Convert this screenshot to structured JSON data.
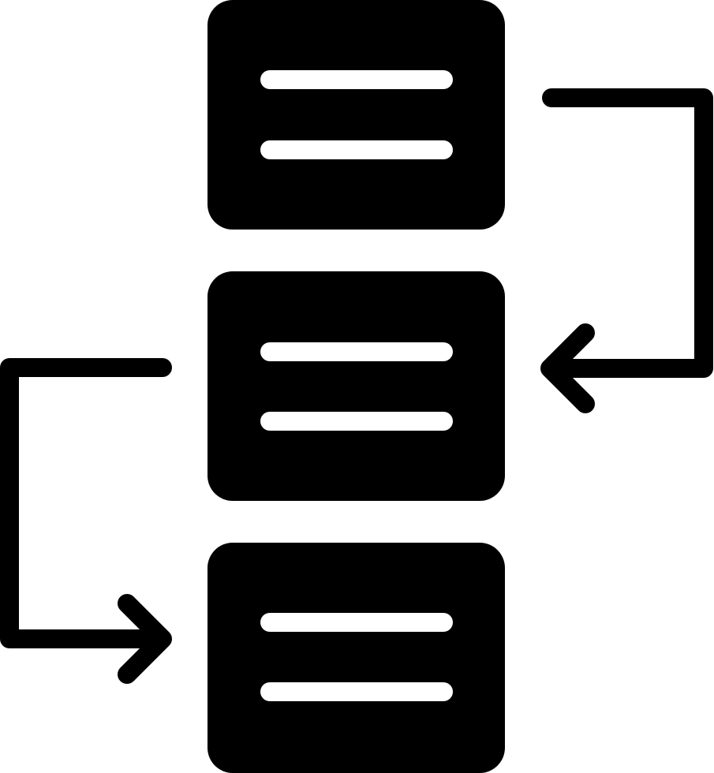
{
  "icon": {
    "name": "workflow-process-icon",
    "style": "glyph",
    "colors": {
      "foreground": "#000000",
      "background": "#ffffff"
    },
    "blocks": [
      {
        "name": "process-block-top",
        "text_lines": 2
      },
      {
        "name": "process-block-middle",
        "text_lines": 2
      },
      {
        "name": "process-block-bottom",
        "text_lines": 2
      }
    ],
    "connectors": [
      {
        "name": "connector-arrow-top-to-middle",
        "from": "top",
        "to": "middle",
        "side": "right"
      },
      {
        "name": "connector-arrow-middle-to-bottom",
        "from": "middle",
        "to": "bottom",
        "side": "left"
      }
    ]
  }
}
